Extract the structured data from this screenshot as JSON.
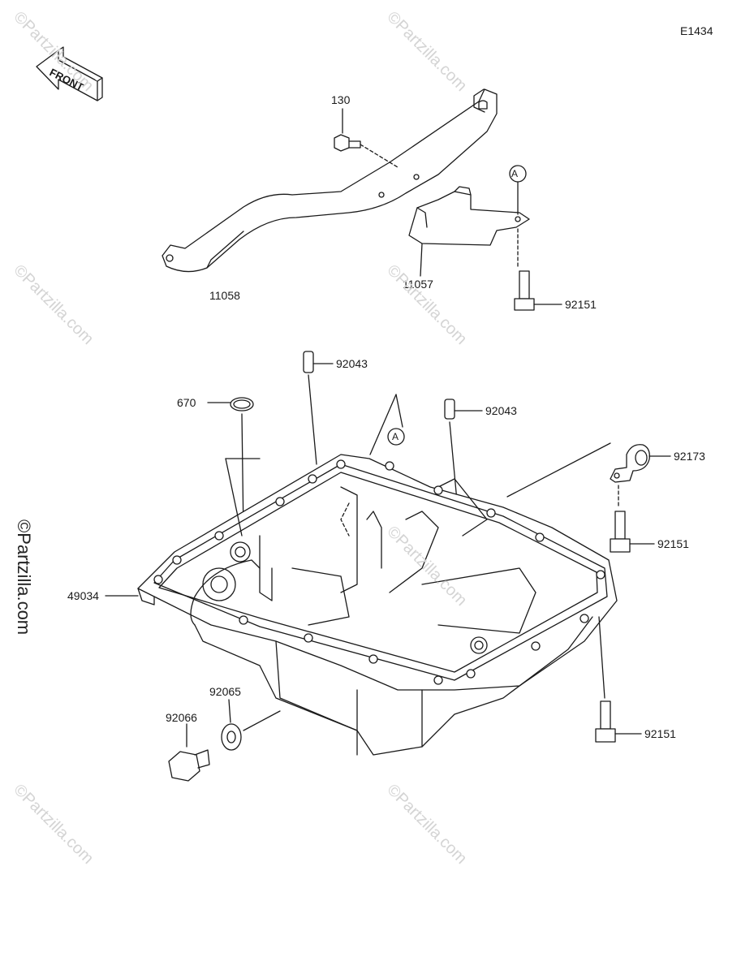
{
  "diagram_code": "E1434",
  "front_label": "FRONT",
  "callout_letter": "A",
  "parts": {
    "bolt_130": "130",
    "bracket_11058": "11058",
    "bracket_11057": "11057",
    "bolt_92151_top": "92151",
    "pin_92043_left": "92043",
    "pin_92043_right": "92043",
    "oring_670": "670",
    "pan_49034": "49034",
    "clamp_92173": "92173",
    "bolt_92151_mid": "92151",
    "bolt_92151_low": "92151",
    "washer_92065": "92065",
    "plug_92066": "92066"
  },
  "watermark": "©Partzilla.com"
}
